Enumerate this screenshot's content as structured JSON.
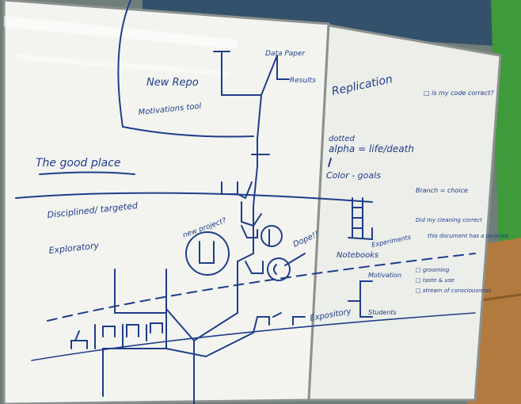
{
  "whiteboard": {
    "labels": {
      "new_repo": "New Repo",
      "motivations_tool": "Motivations tool",
      "data_paper": "Data Paper",
      "results": "Results",
      "replication": "Replication",
      "code_correct": "□ is my code correct?",
      "the_good_place": "The good place",
      "disciplined_targeted": "Disciplined/ targeted",
      "exploratory": "Exploratory",
      "dotted": "dotted",
      "alpha_life_death": "alpha = life/death",
      "color_goals": "Color - goals",
      "branch_choice": "Branch = choice",
      "new_project": "new project?",
      "dope": "Dope!!",
      "notebooks": "Notebooks",
      "experiments": "Experiments",
      "is_cleaning_correct": "Did my cleaning correct",
      "document_purpose": "this document has a purpose",
      "motivation": "Motivation",
      "students": "Students",
      "expository": "Expository",
      "checklist_1": "□ grooming",
      "checklist_2": "□ taste & use",
      "checklist_3": "□ stream of consciousness"
    }
  }
}
